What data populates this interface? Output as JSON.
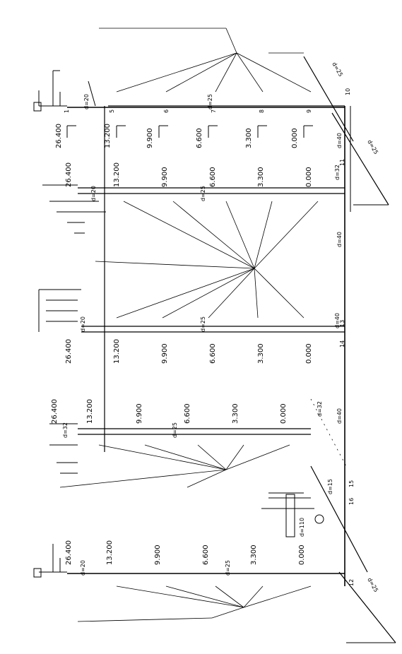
{
  "colors": {
    "ink": "#000000",
    "paper": "#ffffff"
  },
  "levels": [
    "26.400",
    "13.200",
    "9.900",
    "6.600",
    "3.300",
    "0.000"
  ],
  "risers": [
    {
      "id": "riser-1",
      "pipe_label": "d=25",
      "size_label": "d=20"
    },
    {
      "id": "riser-2",
      "pipe_label": "d=25",
      "size_label": "d=20"
    },
    {
      "id": "riser-3",
      "pipe_label": "d=25",
      "size_label": "d=20",
      "bottom_label": "d=40",
      "base_label": "d=32"
    },
    {
      "id": "riser-4",
      "pipe_label": "d=25",
      "size_label": "d=32"
    },
    {
      "id": "riser-5",
      "pipe_label": "d=25",
      "size_label": "d=20",
      "base_label": "d=32"
    }
  ],
  "main_labels": {
    "main_diam_top": "d=40",
    "main_diam_mid": "d=40",
    "main_diam_low": "d=40",
    "branch_diam": "d=15",
    "slope_top": "d=25",
    "slope_mid": "d=25",
    "slope_bottom": "d=25",
    "boiler_label": "d=110"
  },
  "node_numbers": [
    "1",
    "5",
    "6",
    "7",
    "8",
    "9",
    "10",
    "11",
    "12",
    "13",
    "14",
    "15",
    "16"
  ]
}
